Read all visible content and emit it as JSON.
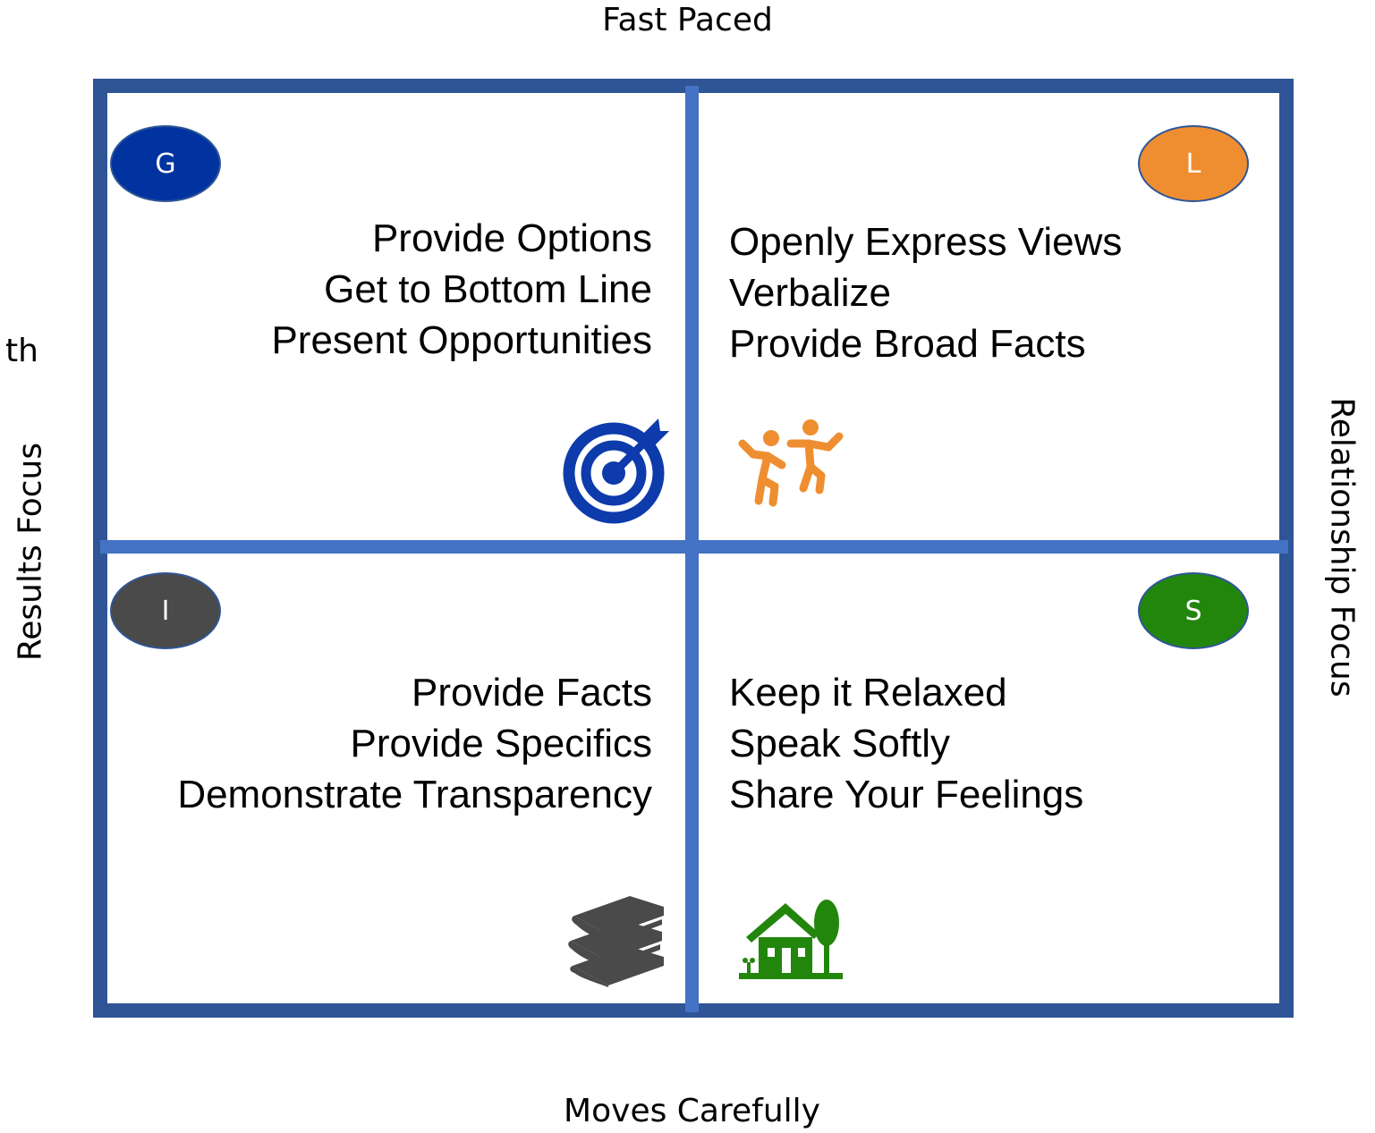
{
  "axes": {
    "top": "Fast Paced",
    "bottom": "Moves Carefully",
    "left": "Results Focus",
    "right": "Relationship Focus"
  },
  "stray_text": "th",
  "colors": {
    "frame": "#2f5597",
    "divider": "#4472c4"
  },
  "quadrants": {
    "top_left": {
      "badge": {
        "letter": "G",
        "color": "#0033a0"
      },
      "lines": [
        "Provide Options",
        "Get to Bottom Line",
        "Present Opportunities"
      ],
      "icon": "target-icon",
      "icon_color": "#0d3bab"
    },
    "top_right": {
      "badge": {
        "letter": "L",
        "color": "#ef8e30"
      },
      "lines": [
        "Openly Express Views",
        "Verbalize",
        "Provide Broad Facts"
      ],
      "icon": "dancing-people-icon",
      "icon_color": "#ef8e30"
    },
    "bottom_left": {
      "badge": {
        "letter": "I",
        "color": "#4a4a4a"
      },
      "lines": [
        "Provide Facts",
        "Provide Specifics",
        "Demonstrate Transparency"
      ],
      "icon": "books-icon",
      "icon_color": "#4a4a4a"
    },
    "bottom_right": {
      "badge": {
        "letter": "S",
        "color": "#22860d"
      },
      "lines": [
        "Keep it Relaxed",
        "Speak Softly",
        "Share Your Feelings"
      ],
      "icon": "house-icon",
      "icon_color": "#22860d"
    }
  }
}
